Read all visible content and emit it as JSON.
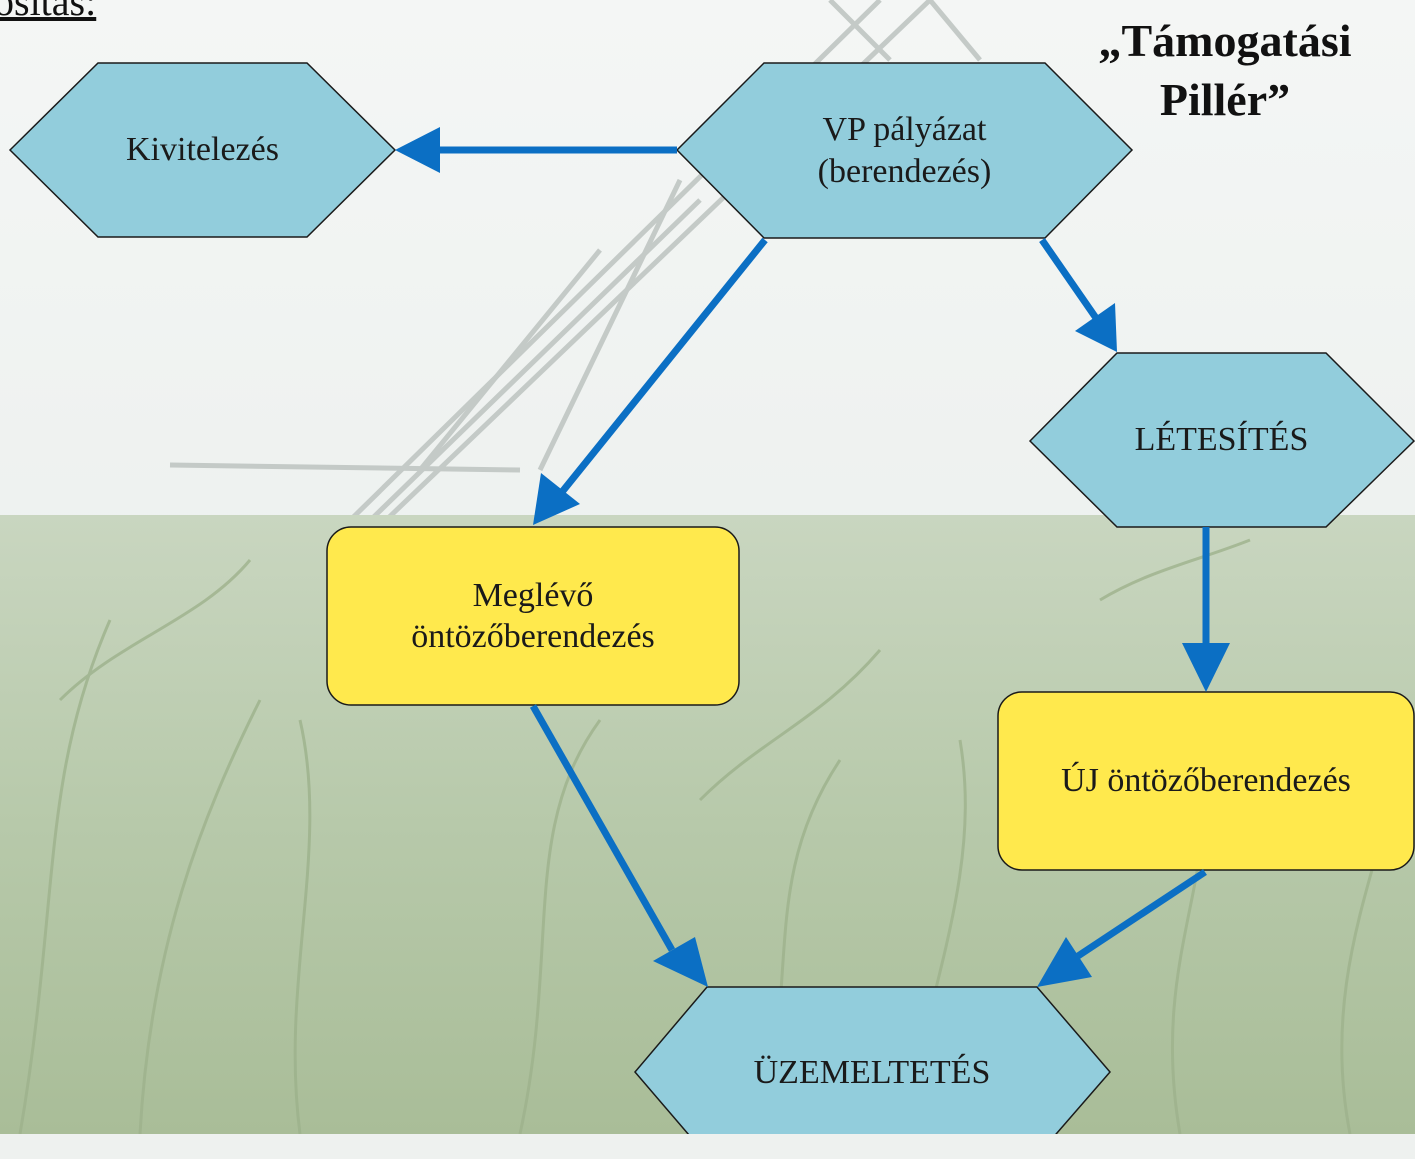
{
  "header": {
    "title_fragment": "osítás:",
    "pillar_line1": "„Támogatási",
    "pillar_line2": "Pillér”"
  },
  "nodes": {
    "kivitelezes": "Kivitelezés",
    "vp_palyazat_line1": "VP pályázat",
    "vp_palyazat_line2": "(berendezés)",
    "letesites": "LÉTESÍTÉS",
    "meglevo_line1": "Meglévő",
    "meglevo_line2": "öntözőberendezés",
    "uj": "ÚJ öntözőberendezés",
    "uzemeltetes": "ÜZEMELTETÉS"
  },
  "colors": {
    "hexagon_fill": "#92cddc",
    "rounded_box_fill": "#ffe94d",
    "arrow": "#0b6fc4",
    "outline": "#1a1a1a"
  }
}
